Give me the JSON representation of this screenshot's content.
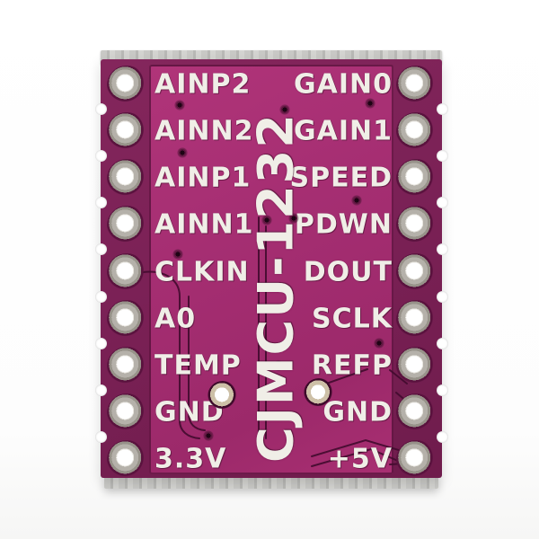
{
  "board": {
    "name_vertical": "CJMCU-1232",
    "pins": {
      "left": [
        "AINP2",
        "AINN2",
        "AINP1",
        "AINN1",
        "CLKIN",
        "A0",
        "TEMP",
        "GND",
        "3.3V"
      ],
      "right": [
        "GAIN0",
        "GAIN1",
        "SPEED",
        "PDWN",
        "DOUT",
        "SCLK",
        "REFP",
        "GND",
        "+5V"
      ]
    }
  },
  "colors": {
    "board_magenta": "#A52E72",
    "board_purple_dark": "#7B2156",
    "trace_outline": "#420B2E",
    "edge_grey": "#C9C9C6",
    "silkscreen": "#F0EEE7",
    "hole_ring_metal": "#B5B1AA",
    "hole_center": "#FFFFFF",
    "inner_hole_ring": "#CDC0A7"
  }
}
